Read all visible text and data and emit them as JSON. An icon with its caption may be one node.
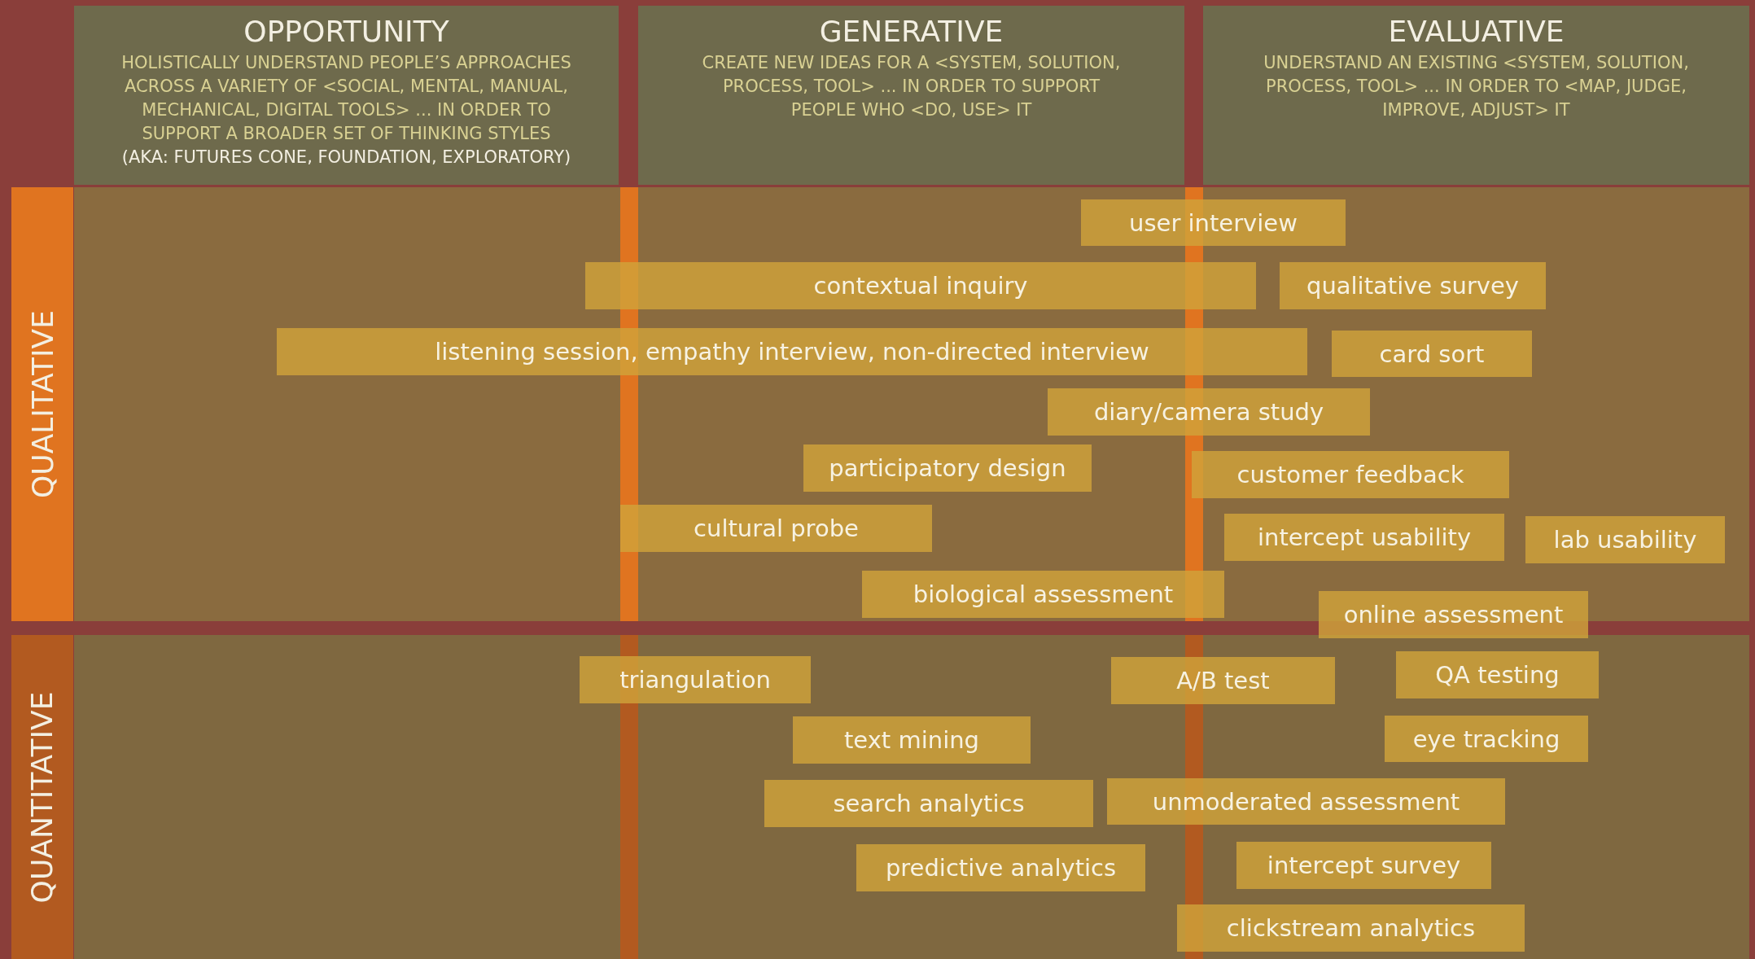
{
  "diagram": {
    "nodes": [
      {
        "text": [
          "OPPORTUNITY",
          "HOLISTICALLY UNDERSTAND PEOPLE’S APPROACHES ACROSS A VARIETY OF <SOCIAL, MENTAL, MANUAL, MECHANICAL, DIGITAL TOOLS> ... IN ORDER TO SUPPORT A BROADER SET OF THINKING STYLES",
          "(AKA: FUTURES CONE, FOUNDATION, EXPLORATORY)"
        ]
      },
      {
        "text": [
          "GENERATIVE",
          "CREATE NEW IDEAS FOR A <SYSTEM, SOLUTION, PROCESS, TOOL> ... IN ORDER TO SUPPORT PEOPLE WHO <DO, USE> IT"
        ]
      },
      {
        "text": [
          "EVALUATIVE",
          "UNDERSTAND AN EXISTING <SYSTEM, SOLUTION, PROCESS, TOOL> ... IN ORDER TO <MAP, JUDGE, IMPROVE, ADJUST> IT"
        ]
      },
      {
        "text": [
          "QUALITATIVE"
        ]
      },
      {
        "text": [
          "QUANTITATIVE"
        ]
      },
      {
        "text": [
          "user interview"
        ]
      },
      {
        "text": [
          "contextual inquiry"
        ]
      },
      {
        "text": [
          "qualitative survey"
        ]
      },
      {
        "text": [
          "listening session, empathy interview, non-directed interview"
        ]
      },
      {
        "text": [
          "card sort"
        ]
      },
      {
        "text": [
          "diary/camera study"
        ]
      },
      {
        "text": [
          "participatory design"
        ]
      },
      {
        "text": [
          "customer feedback"
        ]
      },
      {
        "text": [
          "cultural probe"
        ]
      },
      {
        "text": [
          "intercept usability"
        ]
      },
      {
        "text": [
          "lab usability"
        ]
      },
      {
        "text": [
          "biological assessment"
        ]
      },
      {
        "text": [
          "online assessment"
        ]
      },
      {
        "text": [
          "triangulation"
        ]
      },
      {
        "text": [
          "A/B test"
        ]
      },
      {
        "text": [
          "QA testing"
        ]
      },
      {
        "text": [
          "text mining"
        ]
      },
      {
        "text": [
          "eye tracking"
        ]
      },
      {
        "text": [
          "search analytics"
        ]
      },
      {
        "text": [
          "unmoderated assessment"
        ]
      },
      {
        "text": [
          "predictive analytics"
        ]
      },
      {
        "text": [
          "intercept survey"
        ]
      },
      {
        "text": [
          "clickstream analytics"
        ]
      }
    ]
  }
}
